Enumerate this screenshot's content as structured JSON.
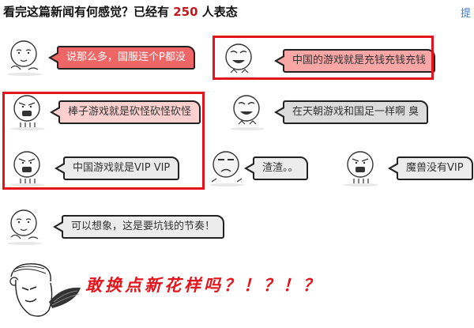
{
  "header": {
    "title_prefix": "看完这篇新闻有何感觉？已经有 ",
    "count": "250",
    "title_suffix": " 人表态",
    "right_link": "提"
  },
  "reactions": [
    {
      "id": "r1",
      "text": "说那么多，国服连个P都没",
      "bubble_color": "#ee6666",
      "face": "smirk-face"
    },
    {
      "id": "r2",
      "text": "中国的游戏就是充钱充钱充钱",
      "bubble_color": "#f9a6a6",
      "face": "laughing-face",
      "highlighted": true
    },
    {
      "id": "r3",
      "text": "棒子游戏就是砍怪砍怪砍怪",
      "bubble_color": "#fbd0cf",
      "face": "angry-face",
      "highlighted": true
    },
    {
      "id": "r4",
      "text": "在天朝游戏和国足一样啊 臭",
      "bubble_color": "#dcdcdc",
      "face": "laughing-face"
    },
    {
      "id": "r5",
      "text": "中国游戏就是VIP VIP",
      "bubble_color": "#ececec",
      "face": "angry-face",
      "highlighted": true
    },
    {
      "id": "r6",
      "text": "渣渣。。",
      "bubble_color": "#ececec",
      "face": "disdain-face"
    },
    {
      "id": "r7",
      "text": "魔兽没有VIP",
      "bubble_color": "#ececec",
      "face": "angry-face"
    },
    {
      "id": "r8",
      "text": "可以想象，这是要坑钱的节奏！",
      "bubble_color": "#ececec",
      "face": "smirk-face"
    }
  ],
  "footer": {
    "caption": "敢换点新花样吗？！？！？",
    "caption_color": "#e3141b"
  },
  "colors": {
    "highlight_border": "#e3141b",
    "count": "#c4161c",
    "link": "#3a7cc4"
  }
}
